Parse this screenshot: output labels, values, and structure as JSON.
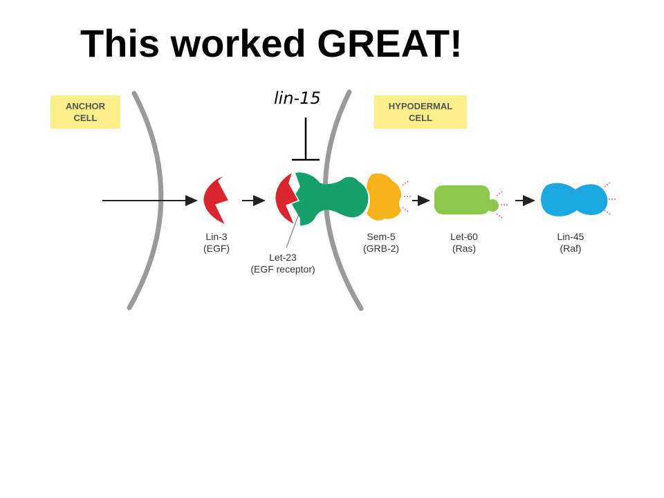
{
  "title": "This worked GREAT!",
  "gene_label": "lin-15",
  "cells": {
    "anchor": {
      "line1": "ANCHOR",
      "line2": "CELL"
    },
    "hypodermal": {
      "line1": "HYPODERMAL",
      "line2": "CELL"
    }
  },
  "proteins": [
    {
      "name": "Lin-3",
      "alias": "(EGF)"
    },
    {
      "name": "Let-23",
      "alias": "(EGF receptor)"
    },
    {
      "name": "Sem-5",
      "alias": "(GRB-2)"
    },
    {
      "name": "Let-60",
      "alias": "(Ras)"
    },
    {
      "name": "Lin-45",
      "alias": "(Raf)"
    }
  ],
  "colors": {
    "egf": "#d9262e",
    "receptor": "#17a06b",
    "grb2": "#f5b41c",
    "ras": "#8cc84b",
    "raf": "#1ba8e0",
    "membrane": "#9a9a9a",
    "cell_label_bg": "#fbef8b",
    "activation_spark": "#e85b9b"
  }
}
